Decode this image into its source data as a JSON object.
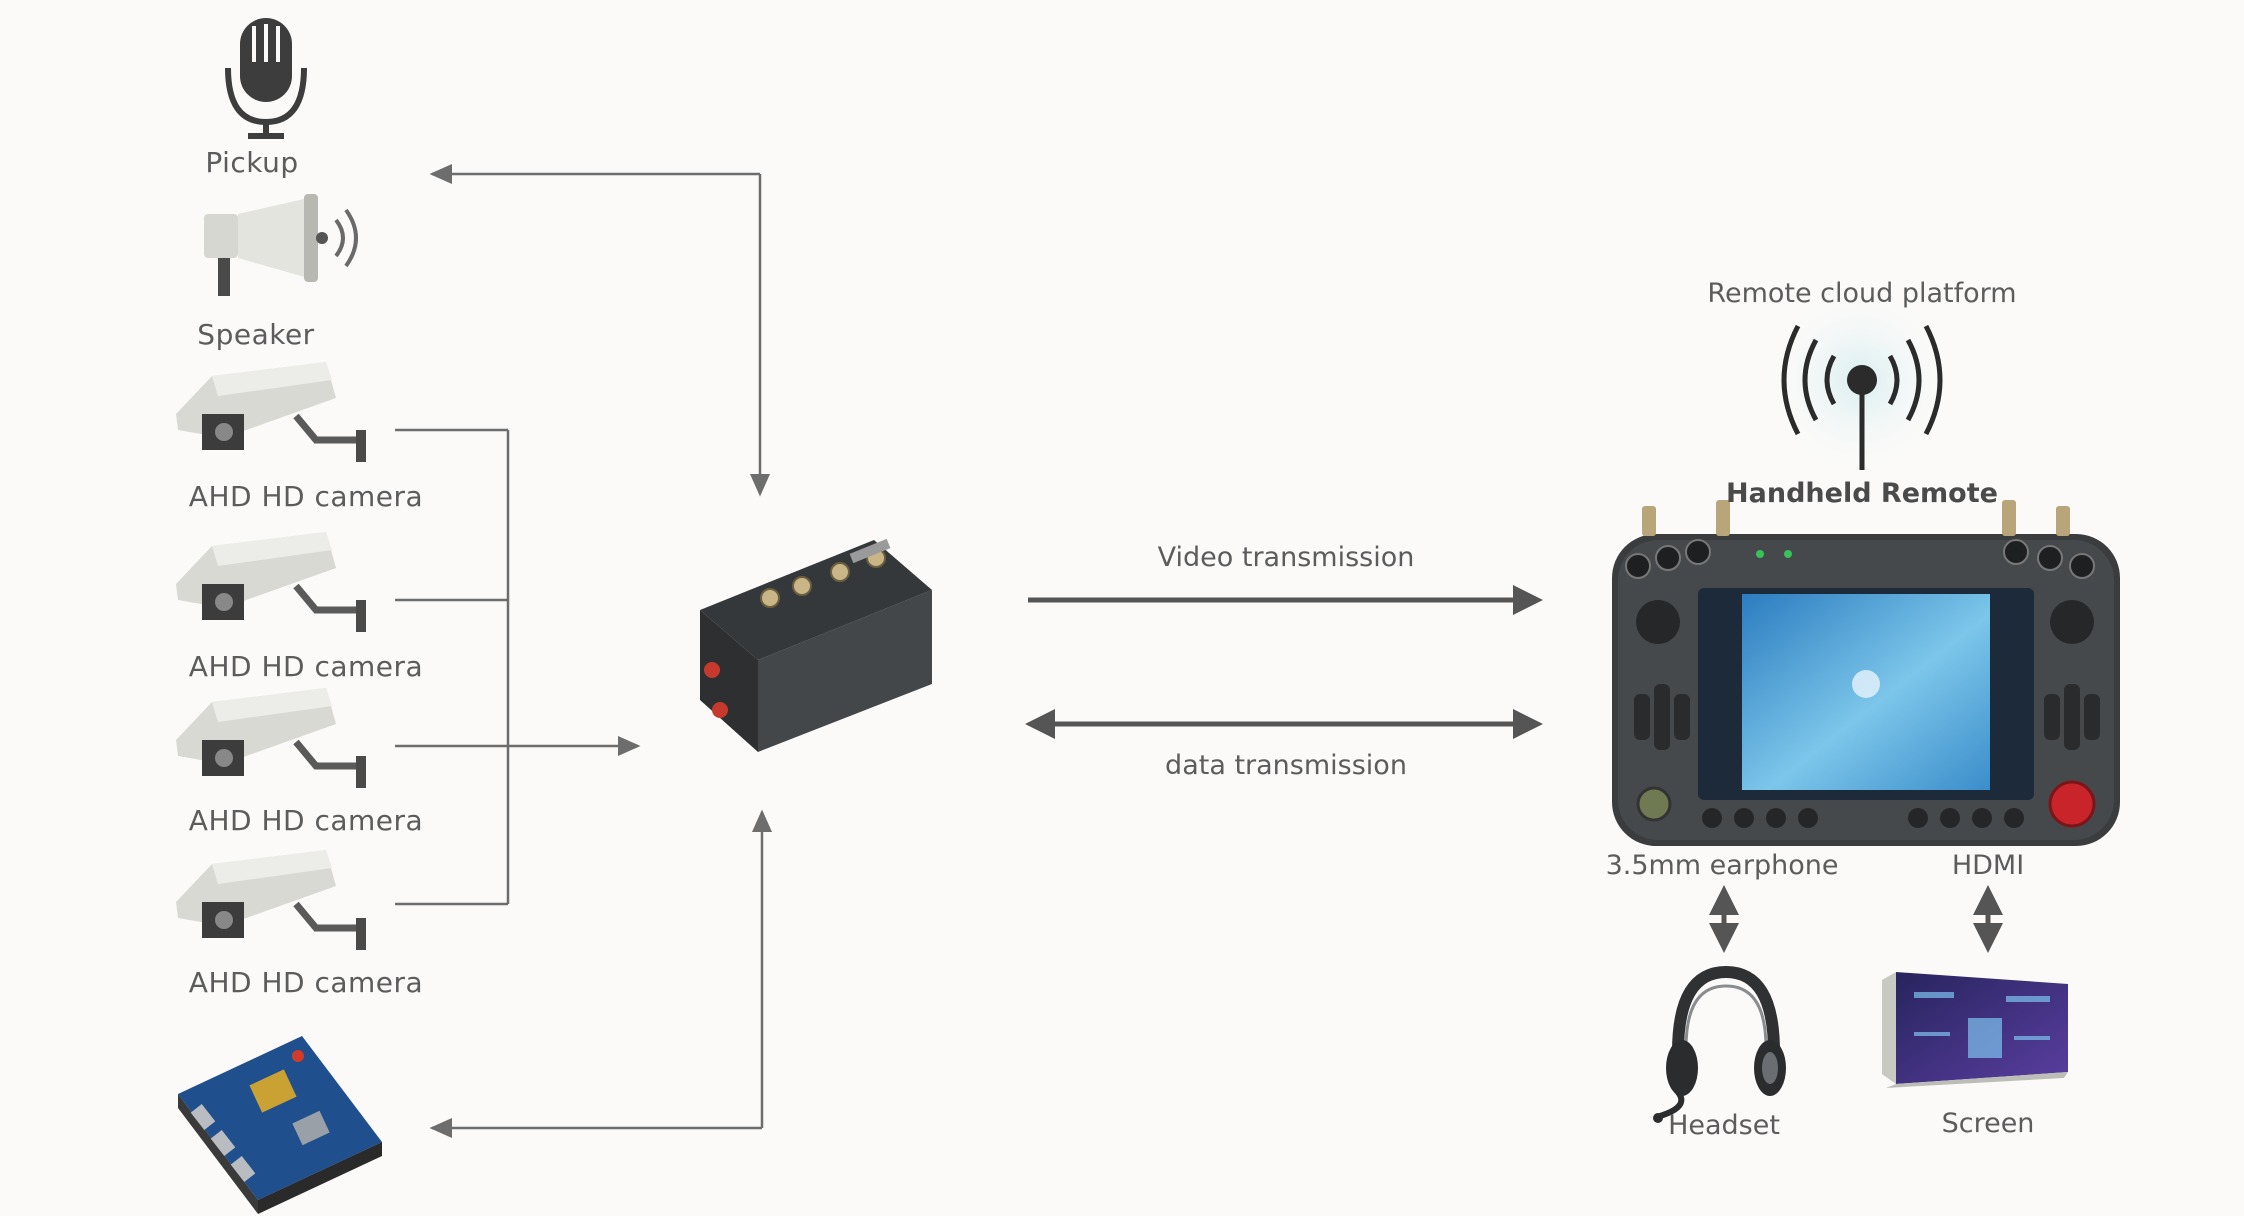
{
  "labels": {
    "pickup": "Pickup",
    "speaker": "Speaker",
    "camera1": "AHD HD camera",
    "camera2": "AHD HD camera",
    "camera3": "AHD HD camera",
    "camera4": "AHD HD camera",
    "video_transmission": "Video transmission",
    "data_transmission": "data transmission",
    "remote_cloud_platform": "Remote cloud platform",
    "handheld_remote": "Handheld Remote",
    "earphone": "3.5mm earphone",
    "hdmi": "HDMI",
    "headset": "Headset",
    "screen": "Screen"
  },
  "colors": {
    "line": "#6d6d6d",
    "arrow": "#555555",
    "device": "#3a3c3e",
    "screen_blue": "#4aa0d8",
    "emergency_red": "#c8242a",
    "antenna": "#2b2b2b"
  },
  "icons": {
    "pickup": "microphone-icon",
    "speaker": "loudspeaker-icon",
    "camera": "cctv-camera-icon",
    "board": "circuit-board-icon",
    "transmitter": "transmitter-box-icon",
    "remote": "handheld-remote-icon",
    "antenna": "wireless-antenna-icon",
    "headset": "headset-icon",
    "screen": "monitor-icon"
  }
}
